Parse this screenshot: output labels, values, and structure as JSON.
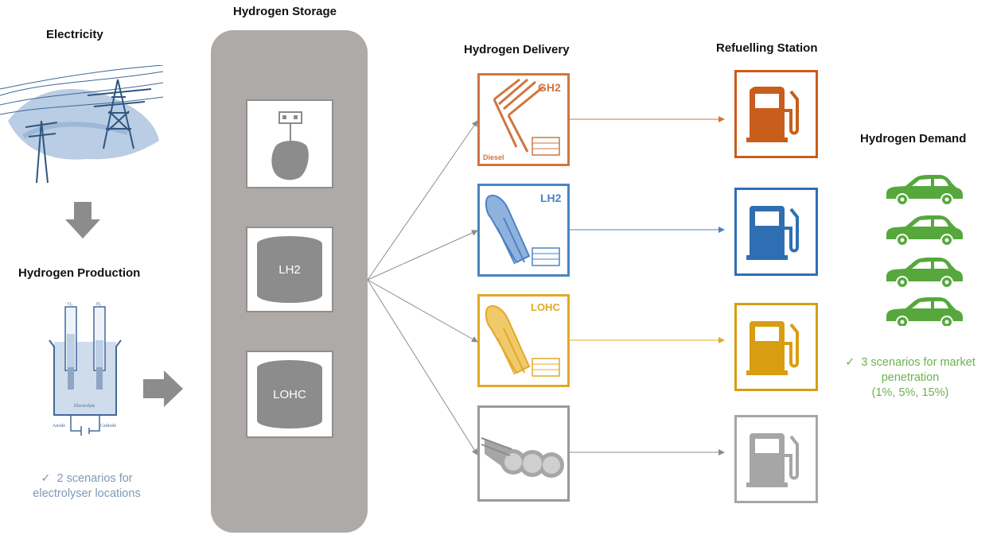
{
  "electricity": {
    "title": "Electricity"
  },
  "production": {
    "title": "Hydrogen Production",
    "electrode_labels": [
      "Anode",
      "Cathode"
    ],
    "electrolyte_label": "Electrolyte",
    "gas_labels": [
      "O₂",
      "H₂"
    ]
  },
  "production_note": {
    "check": "✓",
    "line1": "2 scenarios for",
    "line2": "electrolyser locations"
  },
  "storage": {
    "title": "Hydrogen Storage",
    "tanks": [
      "LH2",
      "LOHC"
    ]
  },
  "delivery": {
    "title": "Hydrogen Delivery",
    "items": [
      {
        "label": "GH2",
        "sublabel": "Diesel",
        "color": "#d07640"
      },
      {
        "label": "LH2",
        "color": "#4a83c4"
      },
      {
        "label": "LOHC",
        "color": "#e3a829"
      },
      {
        "label": "",
        "color": "#9a9a9a"
      }
    ]
  },
  "refuelling": {
    "title": "Refuelling Station",
    "colors": [
      "#c95d1b",
      "#2e6fb3",
      "#d99d12",
      "#a6a6a6"
    ]
  },
  "demand": {
    "title": "Hydrogen Demand",
    "car_color": "#56a83c",
    "car_count": 4
  },
  "demand_note": {
    "check": "✓",
    "line1": "3 scenarios for market",
    "line2": "penetration",
    "line3": "(1%, 5%, 15%)"
  },
  "colors": {
    "storage_panel": "#aeaaa7",
    "arrow_gray": "#8c8c8c",
    "note_blue": "#7f99b7",
    "note_green": "#6cb24d"
  }
}
